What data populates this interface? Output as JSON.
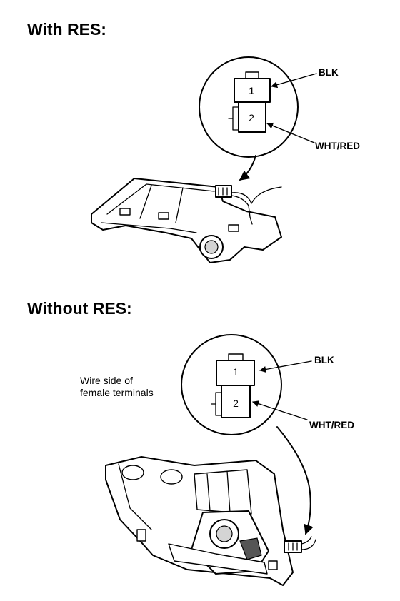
{
  "sections": [
    {
      "heading": "With RES:",
      "pin_1": "1",
      "pin_2": "2",
      "label_pin_1": "BLK",
      "label_pin_2": "WHT/RED"
    },
    {
      "heading": "Without RES:",
      "pin_1": "1",
      "pin_2": "2",
      "label_pin_1": "BLK",
      "label_pin_2": "WHT/RED",
      "note_line_1": "Wire side of",
      "note_line_2": "female terminals"
    }
  ],
  "colors": {
    "ink": "#000000",
    "background": "#ffffff"
  }
}
